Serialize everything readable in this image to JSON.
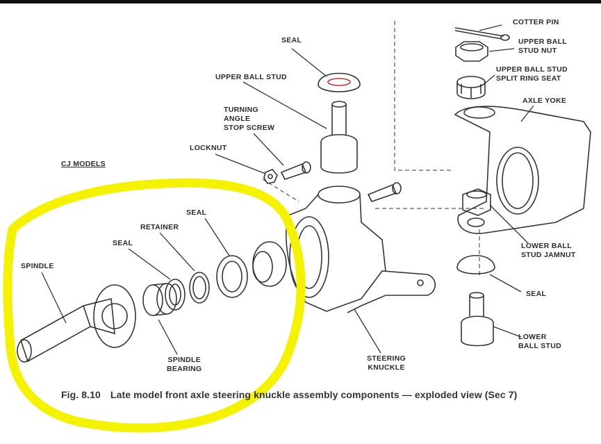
{
  "figure": {
    "caption_number": "Fig. 8.10",
    "caption_text": "Late model front axle steering knuckle assembly components — exploded view (Sec 7)",
    "section_label": "CJ MODELS",
    "highlight_color": "#f5f200",
    "labels": {
      "cotter_pin": "COTTER PIN",
      "upper_ball_stud_nut": [
        "UPPER BALL",
        "STUD NUT"
      ],
      "split_ring_seat": [
        "UPPER BALL STUD",
        "SPLIT RING SEAT"
      ],
      "axle_yoke": "AXLE YOKE",
      "seal_top": "SEAL",
      "upper_ball_stud": "UPPER BALL STUD",
      "turning_angle_stop_screw": [
        "TURNING",
        "ANGLE",
        "STOP SCREW"
      ],
      "locknut": "LOCKNUT",
      "seal_outer": "SEAL",
      "retainer": "RETAINER",
      "seal_inner": "SEAL",
      "spindle": "SPINDLE",
      "spindle_bearing": [
        "SPINDLE",
        "BEARING"
      ],
      "steering_knuckle": [
        "STEERING",
        "KNUCKLE"
      ],
      "lower_ball_stud_jamnut": [
        "LOWER BALL",
        "STUD JAMNUT"
      ],
      "seal_lower": "SEAL",
      "lower_ball_stud": [
        "LOWER",
        "BALL STUD"
      ]
    }
  }
}
